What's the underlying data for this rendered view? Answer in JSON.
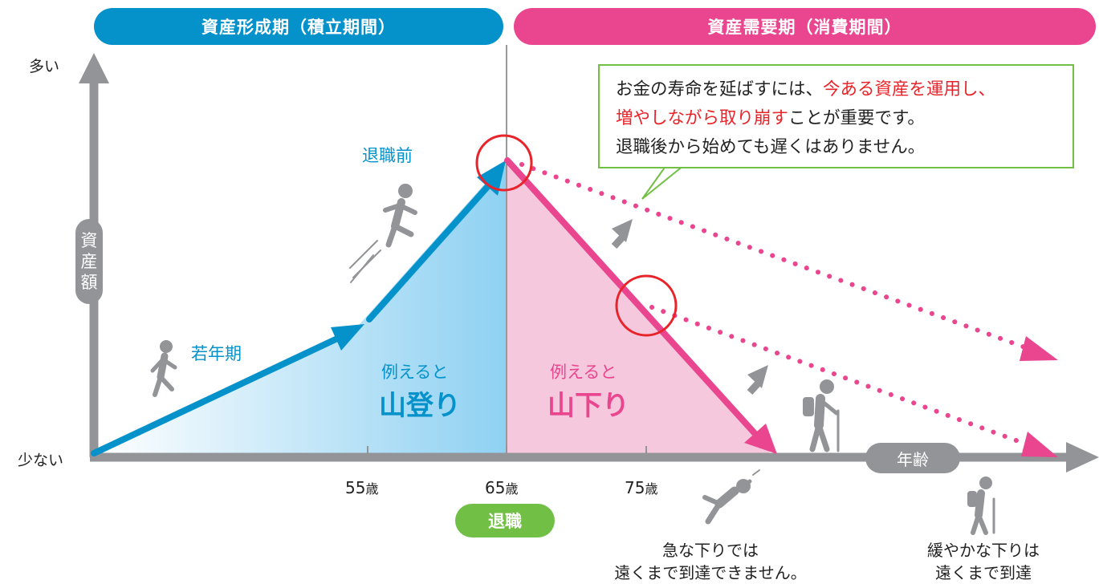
{
  "phases": {
    "accumulation": "資産形成期（積立期間）",
    "spending": "資産需要期（消費期間）"
  },
  "y_axis": {
    "high": "多い",
    "low": "少ない",
    "label_chars": [
      "資",
      "産",
      "額"
    ]
  },
  "x_axis": {
    "label": "年齢",
    "ticks": [
      {
        "num": "55",
        "unit": "歳"
      },
      {
        "num": "65",
        "unit": "歳"
      },
      {
        "num": "75",
        "unit": "歳"
      }
    ],
    "retire_badge": "退職"
  },
  "stages": {
    "young": "若年期",
    "pre_retire": "退職前"
  },
  "metaphor": {
    "left_small": "例えると",
    "left_big": "山登り",
    "right_small": "例えると",
    "right_big": "山下り"
  },
  "callout": {
    "line1_plain": "お金の寿命を延ばすには、",
    "line1_red": "今ある資産を運用し、",
    "line2_red": "増やしながら取り崩す",
    "line2_plain": "ことが重要です。",
    "line3": "退職後から始めても遅くはありません。"
  },
  "captions": {
    "steep_1": "急な下りでは",
    "steep_2": "遠くまで到達できません。",
    "gentle_1": "緩やかな下りは",
    "gentle_2": "遠くまで到達"
  },
  "colors": {
    "accumulation": "#0592cb",
    "spending": "#e9468f",
    "axis": "#929497",
    "highlight": "#e8242a",
    "badge": "#71bf44"
  }
}
